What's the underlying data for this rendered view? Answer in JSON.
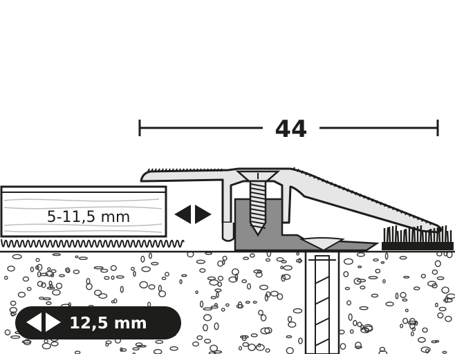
{
  "dimension": {
    "width_label": "44"
  },
  "laminate": {
    "thickness_label": "5-11,5 mm"
  },
  "badge": {
    "height_label": "12,5 mm",
    "icon": "double-arrow-icon"
  },
  "colors": {
    "ink": "#1d1d1b",
    "profile_fill": "#e6e6e6",
    "insert_fill": "#8c8c8c",
    "concrete_stone": "#3a3a3a",
    "badge_bg": "#1d1d1b"
  }
}
